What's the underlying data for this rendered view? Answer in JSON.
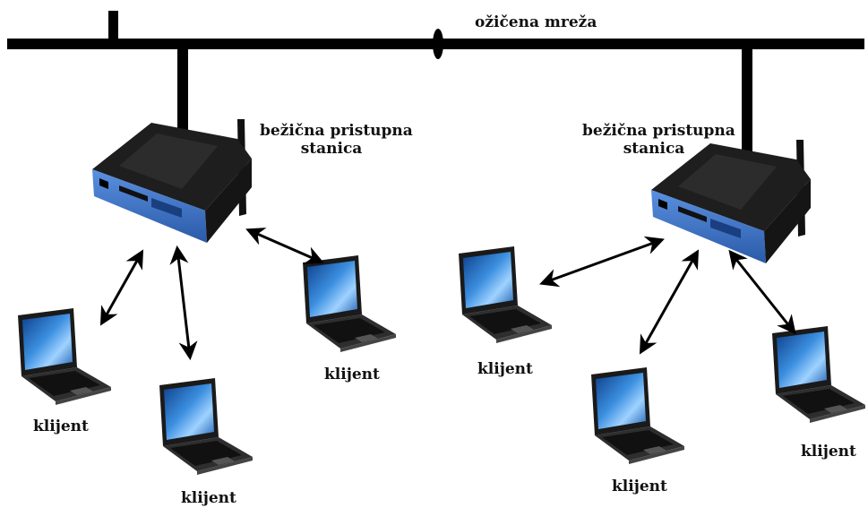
{
  "network_label": "ožičena mreža",
  "access_points": [
    {
      "label_line1": "bežična pristupna",
      "label_line2": "stanica"
    },
    {
      "label_line1": "bežična pristupna",
      "label_line2": "stanica"
    }
  ],
  "clients": [
    {
      "label": "klijent"
    },
    {
      "label": "klijent"
    },
    {
      "label": "klijent"
    },
    {
      "label": "klijent"
    },
    {
      "label": "klijent"
    },
    {
      "label": "klijent"
    }
  ],
  "colors": {
    "cable": "#000000",
    "router_body": "#3a6fc4",
    "router_top": "#1d1d1d",
    "laptop_body": "#2a2a2a",
    "laptop_screen": "#2f7fd0"
  }
}
